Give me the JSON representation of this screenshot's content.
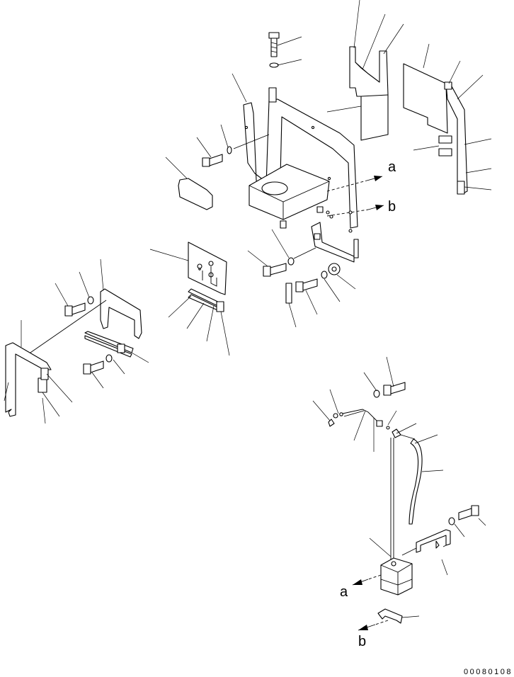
{
  "diagram": {
    "callouts": {
      "a": "a",
      "b": "b"
    },
    "drawing_number": "00080108"
  }
}
